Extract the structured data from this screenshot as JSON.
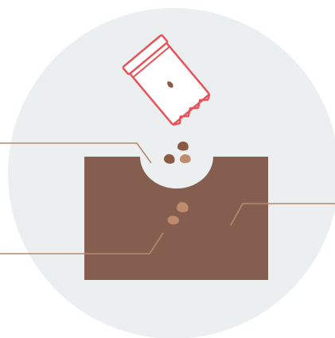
{
  "colors": {
    "background": "#ffffff",
    "circle": "#eceff0",
    "soil": "#855e4f",
    "seed_light": "#c08a6c",
    "seed_dark": "#8a5a42",
    "packet_outline": "#e8535a",
    "packet_fill": "#ffffff",
    "packet_seed": "#8a5a42",
    "leader_line": "#b58a70"
  },
  "icons": {
    "packet": "seed-packet-icon",
    "falling_seeds": "falling-seeds-icon",
    "soil": "soil-block-icon",
    "planted_seed": "planted-seed-icon"
  },
  "callouts": [
    {
      "id": "left-top",
      "label": ""
    },
    {
      "id": "left-bottom",
      "label": ""
    },
    {
      "id": "right",
      "label": ""
    }
  ]
}
